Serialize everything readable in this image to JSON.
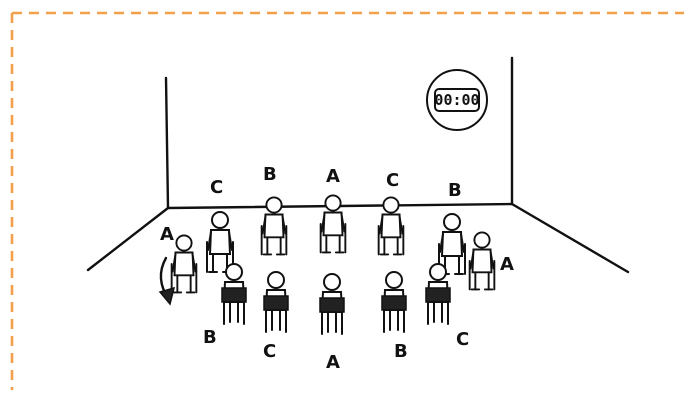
{
  "clock": {
    "time": "00:00"
  },
  "colors": {
    "frame_border": "#f4a04a",
    "ink": "#111111"
  },
  "icons": {
    "rotation_arrow": "curved-arrow-down-icon",
    "clock": "wall-clock-icon"
  },
  "group_labels": {
    "back_left": "C",
    "back_center_left": "B",
    "back_center": "A",
    "back_center_right": "C",
    "back_right": "B",
    "left": "A",
    "right": "A",
    "front_left": "B",
    "front_center_left": "C",
    "front_center": "A",
    "front_center_right": "B",
    "front_right": "C"
  }
}
